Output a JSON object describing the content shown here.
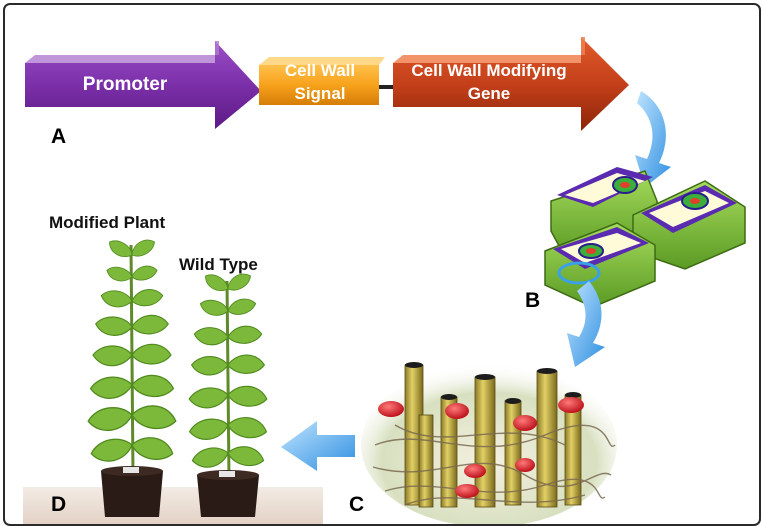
{
  "construct": {
    "promoter": "Promoter",
    "signal": "Cell Wall Signal",
    "gene": "Cell Wall Modifying Gene"
  },
  "panels": {
    "a": "A",
    "b": "B",
    "c": "C",
    "d": "D"
  },
  "plants": {
    "modified": "Modified Plant",
    "wild": "Wild Type"
  },
  "colors": {
    "promoter": "#7b2fa8",
    "signal": "#f7a21b",
    "gene": "#c4401a",
    "flow_arrow": "#3aa0e8",
    "cell_wall": "#7cc242",
    "cell_membrane": "#3c1fa0",
    "cytoplasm": "#fffbd8",
    "leaf": "#7cb83a",
    "pot": "#2a1b16"
  },
  "icons": [
    "flow-arrow-icon",
    "cell-icon",
    "fiber-bundle-icon",
    "plant-icon"
  ]
}
